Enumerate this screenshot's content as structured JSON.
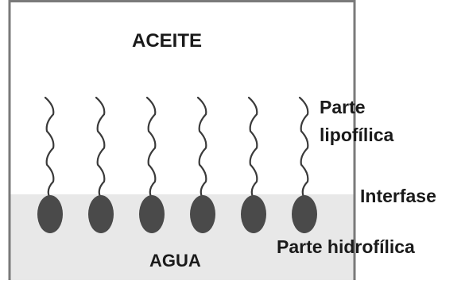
{
  "oil_label": "ACEITE",
  "water_label": "AGUA",
  "lipophilic_label": "Parte lipofílica",
  "interface_label": "Interfase",
  "hydrophilic_label": "Parte hidrofílica",
  "molecule_count": 6,
  "colors": {
    "container_border": "#7a7a7a",
    "water_fill": "#e8e8e8",
    "tail": "#3a3a3a",
    "head": "#4a4a4a",
    "text": "#1a1a1a"
  }
}
